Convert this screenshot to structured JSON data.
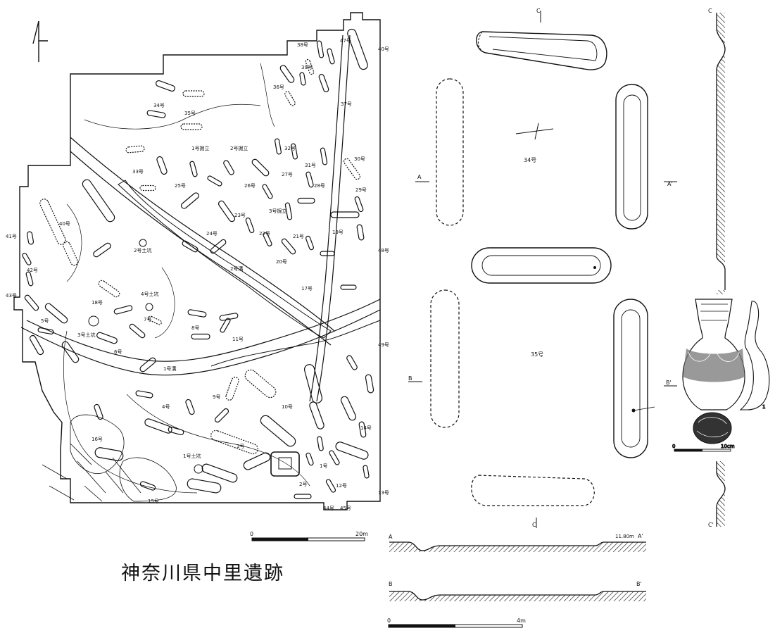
{
  "title": "神奈川県中里遺跡",
  "site_map": {
    "feature_labels": [
      {
        "id": "f38",
        "text": "38号"
      },
      {
        "id": "f47",
        "text": "47号"
      },
      {
        "id": "f40",
        "text": "40号"
      },
      {
        "id": "f39",
        "text": "39号"
      },
      {
        "id": "f36",
        "text": "36号"
      },
      {
        "id": "f37",
        "text": "37号"
      },
      {
        "id": "f34",
        "text": "34号"
      },
      {
        "id": "f35",
        "text": "35号"
      },
      {
        "id": "b1",
        "text": "1号掘立"
      },
      {
        "id": "b2",
        "text": "2号掘立"
      },
      {
        "id": "f32",
        "text": "32号"
      },
      {
        "id": "f30",
        "text": "30号"
      },
      {
        "id": "f33",
        "text": "33号"
      },
      {
        "id": "f31",
        "text": "31号"
      },
      {
        "id": "f27",
        "text": "27号"
      },
      {
        "id": "f25",
        "text": "25号"
      },
      {
        "id": "f26",
        "text": "26号"
      },
      {
        "id": "f28",
        "text": "28号"
      },
      {
        "id": "f29",
        "text": "29号"
      },
      {
        "id": "f40b",
        "text": "40号"
      },
      {
        "id": "b3",
        "text": "3号掘立"
      },
      {
        "id": "f23",
        "text": "23号"
      },
      {
        "id": "f24",
        "text": "24号"
      },
      {
        "id": "f22",
        "text": "22号"
      },
      {
        "id": "f21",
        "text": "21号"
      },
      {
        "id": "f19",
        "text": "19号"
      },
      {
        "id": "f41",
        "text": "41号"
      },
      {
        "id": "f48",
        "text": "48号"
      },
      {
        "id": "p2",
        "text": "2号土坑"
      },
      {
        "id": "f20",
        "text": "20号"
      },
      {
        "id": "d2",
        "text": "2号溝"
      },
      {
        "id": "f42",
        "text": "42号"
      },
      {
        "id": "f43",
        "text": "43号"
      },
      {
        "id": "f17",
        "text": "17号"
      },
      {
        "id": "p4",
        "text": "4号土坑"
      },
      {
        "id": "f18",
        "text": "18号"
      },
      {
        "id": "f7",
        "text": "7号"
      },
      {
        "id": "f8",
        "text": "8号"
      },
      {
        "id": "f5",
        "text": "5号"
      },
      {
        "id": "p3",
        "text": "3号土坑"
      },
      {
        "id": "f11",
        "text": "11号"
      },
      {
        "id": "f49",
        "text": "49号"
      },
      {
        "id": "f6",
        "text": "6号"
      },
      {
        "id": "d1",
        "text": "1号溝"
      },
      {
        "id": "f4",
        "text": "4号"
      },
      {
        "id": "f9",
        "text": "9号"
      },
      {
        "id": "f10",
        "text": "10号"
      },
      {
        "id": "f14",
        "text": "14号"
      },
      {
        "id": "f16",
        "text": "16号"
      },
      {
        "id": "f3",
        "text": "3号"
      },
      {
        "id": "p1",
        "text": "1号土坑"
      },
      {
        "id": "f1",
        "text": "1号"
      },
      {
        "id": "f2",
        "text": "2号"
      },
      {
        "id": "f12",
        "text": "12号"
      },
      {
        "id": "f13",
        "text": "13号"
      },
      {
        "id": "f15",
        "text": "15号"
      },
      {
        "id": "f44",
        "text": "44号"
      },
      {
        "id": "f45",
        "text": "45号"
      }
    ],
    "scale": {
      "zero": "0",
      "max": "20m"
    }
  },
  "detail_plan": {
    "labels": {
      "f34": "34号",
      "f35": "35号",
      "a": "A",
      "a_prime": "A'",
      "b": "B",
      "b_prime": "B'",
      "c_top": "C",
      "c_bottom": "C"
    },
    "scale": {
      "zero": "0",
      "max": "4m"
    }
  },
  "sections": {
    "aa": {
      "left": "A",
      "right": "A'",
      "elev": "11.80m"
    },
    "bb": {
      "left": "B",
      "right": "B'"
    },
    "cc": {
      "top": "C",
      "bottom": "C'"
    }
  },
  "artifact": {
    "number": "1",
    "scale": {
      "zero": "0",
      "max": "10cm"
    }
  }
}
